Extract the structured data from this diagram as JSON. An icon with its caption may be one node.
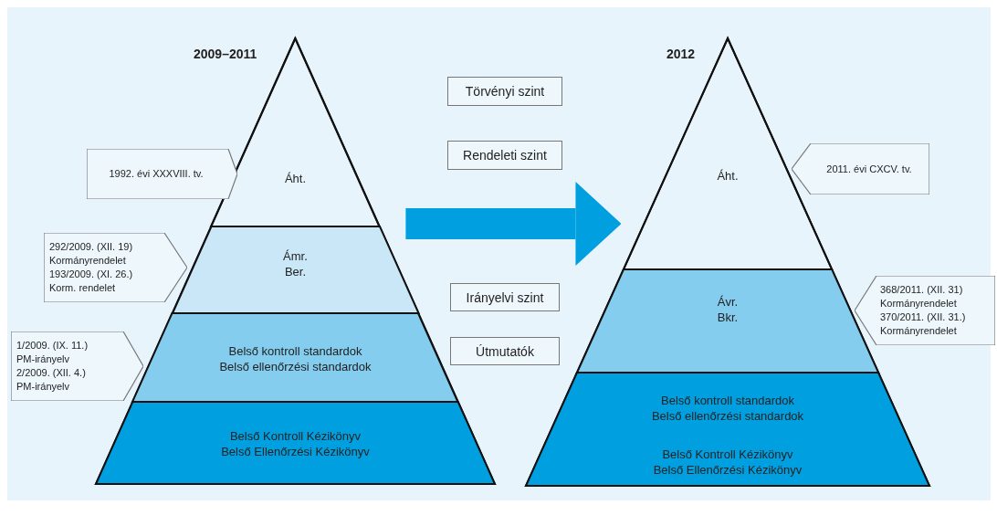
{
  "diagram": {
    "nodes": [
      {
        "text": [
          "2009–2011"
        ]
      },
      {
        "text": [
          "Áht."
        ],
        "in": 0
      },
      {
        "text": [
          "Ámr. Ber."
        ],
        "in": 0
      },
      {
        "text": [
          "Belső kontroll standardok Belső ellenőrzési standardok"
        ],
        "in": 0
      },
      {
        "text": [
          "Belső Kontroll Kézikönyv Belső Ellenőrzési Kézikönyv"
        ],
        "in": 0
      },
      {
        "text": [
          "2012"
        ]
      },
      {
        "text": [
          "Áht."
        ],
        "in": 5
      },
      {
        "text": [
          "Ávr. Bkr."
        ],
        "in": 5
      },
      {
        "text": [
          "Belső kontroll standardok Belső ellenőrzési standardok",
          "Belső Kontroll Kézikönyv Belső Ellenőrzési Kézikönyv"
        ],
        "in": 5
      },
      {
        "text": [
          "Törvényi szint"
        ]
      },
      {
        "text": [
          "Rendeleti szint"
        ]
      },
      {
        "text": [
          "Irányelvi szint"
        ]
      },
      {
        "text": [
          "Útmutatók"
        ]
      },
      {
        "text": [
          "1992. évi XXXVIII. tv."
        ]
      },
      {
        "text": [
          "292/2009. (XII. 19) Kormányrendelet",
          "193/2009. (XI. 26.) Korm. rendelet"
        ]
      },
      {
        "text": [
          "1/2009. (IX. 11.) PM-irányelv",
          "2/2009. (XII. 4.) PM-irányelv"
        ]
      },
      {
        "text": [
          "2011. évi CXCV. tv."
        ]
      },
      {
        "text": [
          "368/2011. (XII. 31) Kormányrendelet",
          "370/2011. (XII. 31.) Kormányrendelet"
        ]
      }
    ],
    "edges": [
      {
        "from": 0,
        "to": 5,
        "arrow": "to"
      }
    ]
  }
}
